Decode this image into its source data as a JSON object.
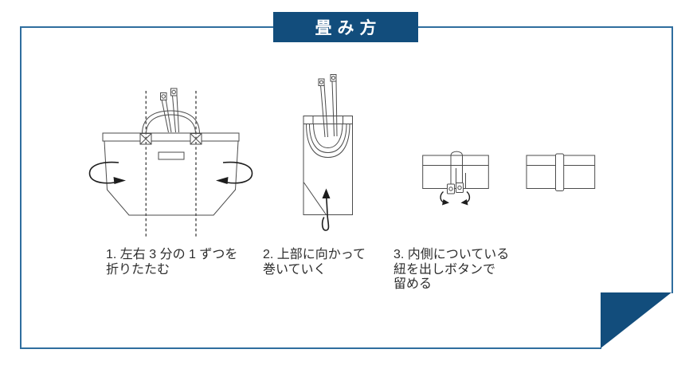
{
  "banner": {
    "title": "畳み方"
  },
  "steps": [
    {
      "id": 1,
      "caption_lines": [
        "1. 左右 3 分の 1 ずつを",
        "折りたたむ"
      ],
      "illustration": "tote-bag-with-third-fold-lines-and-inward-arrows"
    },
    {
      "id": 2,
      "caption_lines": [
        "2. 上部に向かって",
        "巻いていく"
      ],
      "illustration": "folded-narrow-bag-with-upward-roll-arrow"
    },
    {
      "id": 3,
      "caption_lines": [
        "3. 内側についている",
        "紐を出しボタンで",
        "留める"
      ],
      "illustration": "rolled-bundle-strap-with-snap-buttons-and-fastened-result"
    }
  ],
  "colors": {
    "accent_navy": "#124d7c",
    "frame_blue": "#2f6e9e",
    "drawing_line": "#4b4b4b",
    "arrow_black": "#1d1d1d",
    "text": "#2d2d2d",
    "background": "#ffffff"
  }
}
